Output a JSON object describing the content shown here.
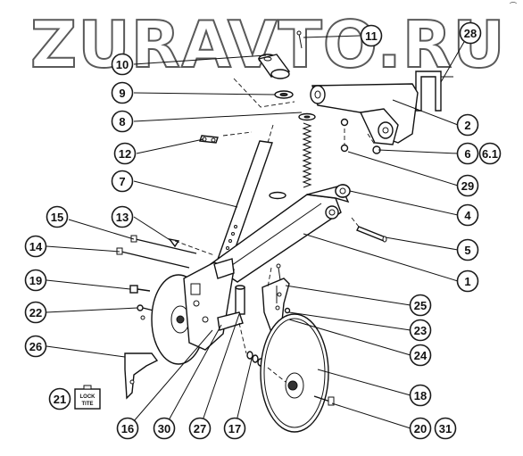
{
  "watermark": "ZURAVTO.RU",
  "corner_mark": "⌒",
  "loctite": {
    "line1": "LOCK",
    "line2": "TITE"
  },
  "callouts": [
    {
      "id": "c11",
      "label": "11"
    },
    {
      "id": "c28",
      "label": "28"
    },
    {
      "id": "c10",
      "label": "10"
    },
    {
      "id": "c9",
      "label": "9"
    },
    {
      "id": "c8",
      "label": "8"
    },
    {
      "id": "c2",
      "label": "2"
    },
    {
      "id": "c12",
      "label": "12"
    },
    {
      "id": "c6",
      "label": "6"
    },
    {
      "id": "c61",
      "label": "6.1"
    },
    {
      "id": "c7",
      "label": "7"
    },
    {
      "id": "c29",
      "label": "29"
    },
    {
      "id": "c13",
      "label": "13"
    },
    {
      "id": "c4",
      "label": "4"
    },
    {
      "id": "c15",
      "label": "15"
    },
    {
      "id": "c5",
      "label": "5"
    },
    {
      "id": "c14",
      "label": "14"
    },
    {
      "id": "c1",
      "label": "1"
    },
    {
      "id": "c19",
      "label": "19"
    },
    {
      "id": "c25",
      "label": "25"
    },
    {
      "id": "c22",
      "label": "22"
    },
    {
      "id": "c23",
      "label": "23"
    },
    {
      "id": "c24",
      "label": "24"
    },
    {
      "id": "c26",
      "label": "26"
    },
    {
      "id": "c18",
      "label": "18"
    },
    {
      "id": "c21",
      "label": "21"
    },
    {
      "id": "c16",
      "label": "16"
    },
    {
      "id": "c30",
      "label": "30"
    },
    {
      "id": "c27",
      "label": "27"
    },
    {
      "id": "c17",
      "label": "17"
    },
    {
      "id": "c20",
      "label": "20"
    },
    {
      "id": "c31",
      "label": "31"
    }
  ]
}
